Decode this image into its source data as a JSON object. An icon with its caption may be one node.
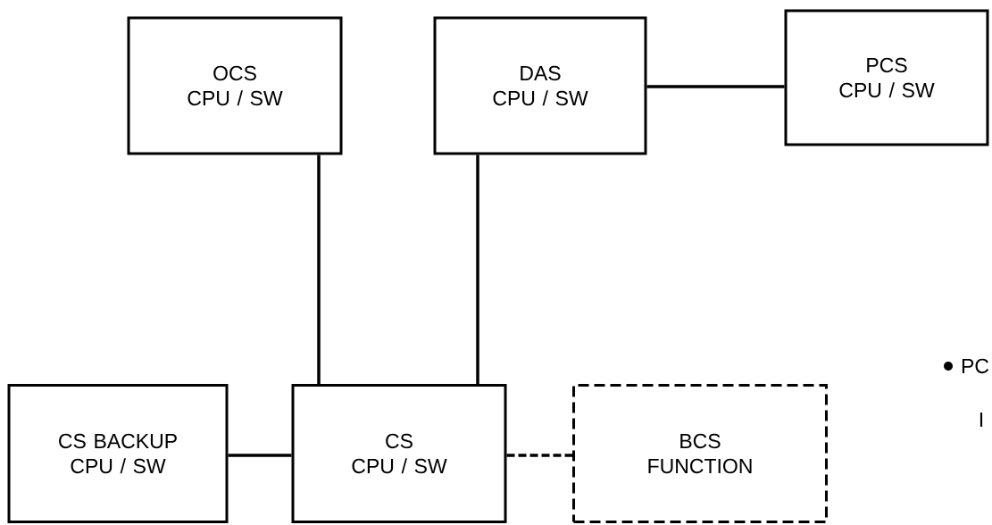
{
  "diagram": {
    "nodes": [
      {
        "text": [
          "OCS",
          "CPU / SW"
        ]
      },
      {
        "text": [
          "DAS",
          "CPU / SW"
        ]
      },
      {
        "text": [
          "PCS",
          "CPU / SW"
        ]
      },
      {
        "text": [
          "CS BACKUP",
          "CPU / SW"
        ]
      },
      {
        "text": [
          "CS",
          "CPU / SW"
        ]
      },
      {
        "text": [
          "BCS",
          "FUNCTION"
        ]
      }
    ],
    "edges": [
      {
        "from": 4,
        "to": 0,
        "arrow": "none"
      },
      {
        "from": 4,
        "to": 1,
        "arrow": "none"
      },
      {
        "from": 1,
        "to": 2,
        "arrow": "none"
      },
      {
        "from": 3,
        "to": 4,
        "arrow": "none"
      },
      {
        "from": 4,
        "to": 5,
        "arrow": "none",
        "style": "dashed"
      }
    ],
    "labels": [
      "PC",
      "I"
    ]
  }
}
